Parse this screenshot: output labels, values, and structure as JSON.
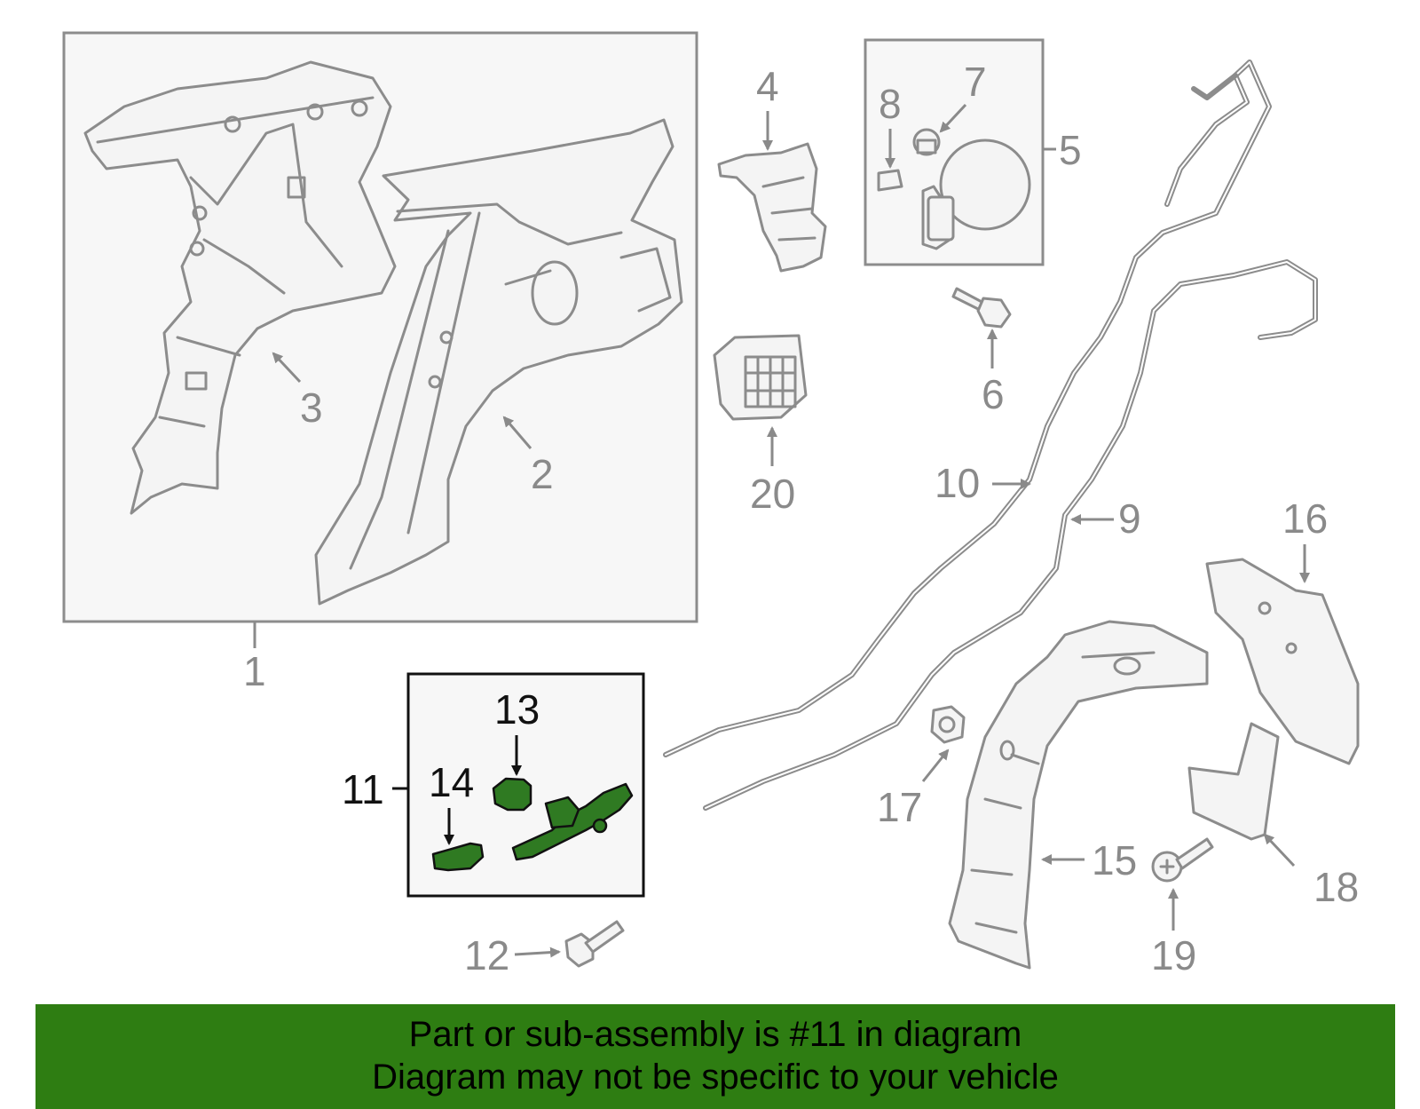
{
  "callouts": {
    "c1": "1",
    "c2": "2",
    "c3": "3",
    "c4": "4",
    "c5": "5",
    "c6": "6",
    "c7": "7",
    "c8": "8",
    "c9": "9",
    "c10": "10",
    "c11": "11",
    "c12": "12",
    "c13": "13",
    "c14": "14",
    "c15": "15",
    "c16": "16",
    "c17": "17",
    "c18": "18",
    "c19": "19",
    "c20": "20"
  },
  "highlight_color": "#2f7a22",
  "banner": {
    "line1": "Part or sub-assembly is #11 in diagram",
    "line2": "Diagram may not be specific to your vehicle",
    "background": "#2e7d12"
  }
}
